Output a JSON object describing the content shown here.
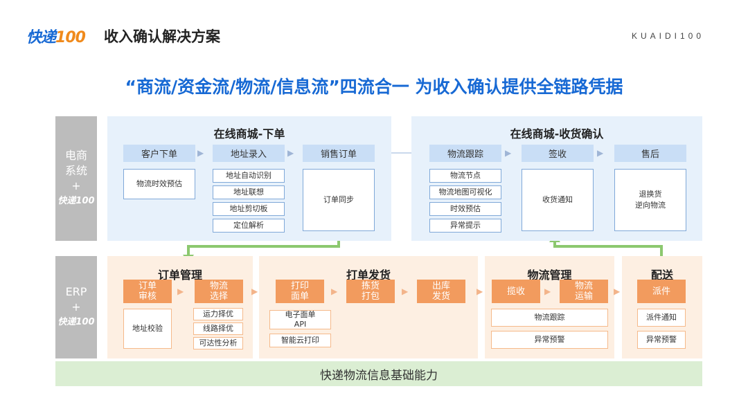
{
  "header": {
    "logo_text": "快递",
    "logo_num": "100",
    "title": "收入确认解决方案",
    "brand_en": "KUAIDI100"
  },
  "headline": "“商流/资金流/物流/信息流”四流合一   为收入确认提供全链路凭据",
  "ecommerce": {
    "side_line1": "电商",
    "side_line2": "系统",
    "side_plus": "+",
    "side_logo": "快递100",
    "order_panel": {
      "title": "在线商城-下单",
      "steps": [
        "客户下单",
        "地址录入",
        "销售订单"
      ],
      "customer_box": "物流时效预估",
      "address_items": [
        "地址自动识别",
        "地址联想",
        "地址剪切板",
        "定位解析"
      ],
      "sales_box": "订单同步"
    },
    "receipt_panel": {
      "title": "在线商城-收货确认",
      "steps": [
        "物流跟踪",
        "签收",
        "售后"
      ],
      "tracking_items": [
        "物流节点",
        "物流地图可视化",
        "时效预估",
        "异常提示"
      ],
      "sign_box": "收货通知",
      "after_box_line1": "退换货",
      "after_box_line2": "逆向物流"
    }
  },
  "erp": {
    "side_line1": "ERP",
    "side_plus": "+",
    "side_logo": "快递100",
    "order_mgmt": {
      "title": "订单管理",
      "step1": "订单\n审核",
      "step2": "物流\n选择",
      "box_left": "地址校验",
      "items": [
        "运力择优",
        "线路择优",
        "可达性分析"
      ]
    },
    "print_ship": {
      "title": "打单发货",
      "step1": "打印\n面单",
      "step2": "拣货\n打包",
      "step3": "出库\n发货",
      "items": [
        "电子面单\nAPI",
        "智能云打印"
      ]
    },
    "logistics_mgmt": {
      "title": "物流管理",
      "step1": "揽收",
      "step2": "物流\n运输",
      "items": [
        "物流跟踪",
        "异常预警"
      ]
    },
    "delivery": {
      "title": "配送",
      "step1": "派件",
      "items": [
        "派件通知",
        "异常预警"
      ]
    }
  },
  "foundation": "快递物流信息基础能力",
  "colors": {
    "brand_blue": "#1769d4",
    "brand_orange": "#f08a1c",
    "panel_blue": "#e7f1fb",
    "panel_orange": "#fdefe2",
    "tab_orange": "#f29b5e",
    "green_arrow": "#8cc86f",
    "side_gray": "#bcbcbc"
  }
}
